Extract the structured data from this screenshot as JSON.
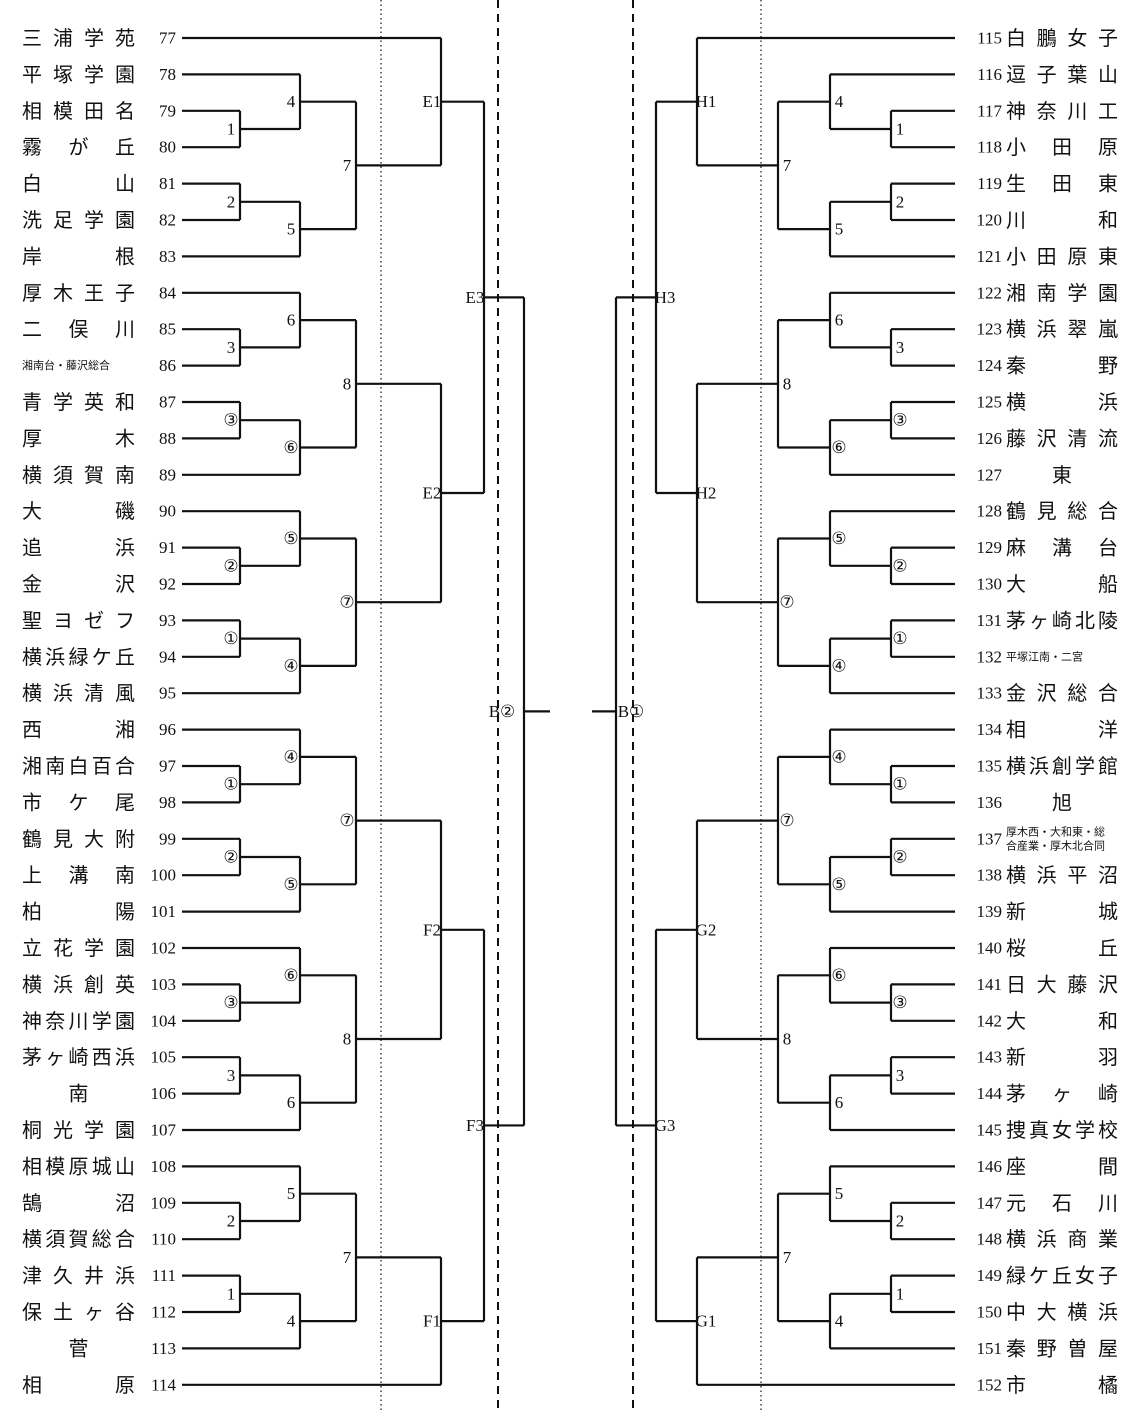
{
  "left": {
    "teams": [
      {
        "num": "77",
        "name": "三浦学苑"
      },
      {
        "num": "78",
        "name": "平塚学園"
      },
      {
        "num": "79",
        "name": "相模田名"
      },
      {
        "num": "80",
        "name": "霧が丘"
      },
      {
        "num": "81",
        "name": "白山"
      },
      {
        "num": "82",
        "name": "洗足学園"
      },
      {
        "num": "83",
        "name": "岸根"
      },
      {
        "num": "84",
        "name": "厚木王子"
      },
      {
        "num": "85",
        "name": "二俣川"
      },
      {
        "num": "86",
        "name": "湘南台・藤沢総合",
        "small": true
      },
      {
        "num": "87",
        "name": "青学英和"
      },
      {
        "num": "88",
        "name": "厚木"
      },
      {
        "num": "89",
        "name": "横須賀南"
      },
      {
        "num": "90",
        "name": "大磯"
      },
      {
        "num": "91",
        "name": "追浜"
      },
      {
        "num": "92",
        "name": "金沢"
      },
      {
        "num": "93",
        "name": "聖ヨゼフ"
      },
      {
        "num": "94",
        "name": "横浜緑ケ丘"
      },
      {
        "num": "95",
        "name": "横浜清風"
      },
      {
        "num": "96",
        "name": "西湘"
      },
      {
        "num": "97",
        "name": "湘南白百合"
      },
      {
        "num": "98",
        "name": "市ケ尾"
      },
      {
        "num": "99",
        "name": "鶴見大附"
      },
      {
        "num": "100",
        "name": "上溝南"
      },
      {
        "num": "101",
        "name": "柏陽"
      },
      {
        "num": "102",
        "name": "立花学園"
      },
      {
        "num": "103",
        "name": "横浜創英"
      },
      {
        "num": "104",
        "name": "神奈川学園"
      },
      {
        "num": "105",
        "name": "茅ヶ崎西浜"
      },
      {
        "num": "106",
        "name": "南",
        "center": true
      },
      {
        "num": "107",
        "name": "桐光学園"
      },
      {
        "num": "108",
        "name": "相模原城山"
      },
      {
        "num": "109",
        "name": "鵠沼"
      },
      {
        "num": "110",
        "name": "横須賀総合"
      },
      {
        "num": "111",
        "name": "津久井浜"
      },
      {
        "num": "112",
        "name": "保土ヶ谷"
      },
      {
        "num": "113",
        "name": "菅",
        "center": true
      },
      {
        "num": "114",
        "name": "相原"
      }
    ],
    "round_labels": {
      "r1": [
        "1",
        "2",
        "3",
        "③",
        "②",
        "①",
        "①",
        "②",
        "③",
        "3",
        "2",
        "1"
      ],
      "r2": [
        "4",
        "5",
        "6",
        "⑥",
        "⑤",
        "④",
        "④",
        "⑤",
        "⑥",
        "6",
        "5",
        "4"
      ],
      "r3": [
        "7",
        "8",
        "⑦",
        "⑦",
        "8",
        "7"
      ],
      "r4": [
        "E1",
        "E2",
        "F2",
        "F1"
      ],
      "r5": [
        "E3",
        "F3"
      ]
    },
    "final_label": "B②"
  },
  "right": {
    "teams": [
      {
        "num": "115",
        "name": "白鵬女子"
      },
      {
        "num": "116",
        "name": "逗子葉山"
      },
      {
        "num": "117",
        "name": "神奈川工"
      },
      {
        "num": "118",
        "name": "小田原"
      },
      {
        "num": "119",
        "name": "生田東"
      },
      {
        "num": "120",
        "name": "川和"
      },
      {
        "num": "121",
        "name": "小田原東"
      },
      {
        "num": "122",
        "name": "湘南学園"
      },
      {
        "num": "123",
        "name": "横浜翠嵐"
      },
      {
        "num": "124",
        "name": "秦野"
      },
      {
        "num": "125",
        "name": "横浜"
      },
      {
        "num": "126",
        "name": "藤沢清流"
      },
      {
        "num": "127",
        "name": "東",
        "center": true
      },
      {
        "num": "128",
        "name": "鶴見総合"
      },
      {
        "num": "129",
        "name": "麻溝台"
      },
      {
        "num": "130",
        "name": "大船"
      },
      {
        "num": "131",
        "name": "茅ヶ崎北陵"
      },
      {
        "num": "132",
        "name": "平塚江南・二宮",
        "small": true
      },
      {
        "num": "133",
        "name": "金沢総合"
      },
      {
        "num": "134",
        "name": "相洋"
      },
      {
        "num": "135",
        "name": "横浜創学館"
      },
      {
        "num": "136",
        "name": "旭",
        "center": true
      },
      {
        "num": "137",
        "name": "厚木西・大和東・総合産業・厚木北合同",
        "small": true,
        "wrap": [
          "厚木西・大和東・総",
          "合産業・厚木北合同"
        ]
      },
      {
        "num": "138",
        "name": "横浜平沼"
      },
      {
        "num": "139",
        "name": "新城"
      },
      {
        "num": "140",
        "name": "桜丘"
      },
      {
        "num": "141",
        "name": "日大藤沢"
      },
      {
        "num": "142",
        "name": "大和"
      },
      {
        "num": "143",
        "name": "新羽"
      },
      {
        "num": "144",
        "name": "茅ヶ崎"
      },
      {
        "num": "145",
        "name": "捜真女学校"
      },
      {
        "num": "146",
        "name": "座間"
      },
      {
        "num": "147",
        "name": "元石川"
      },
      {
        "num": "148",
        "name": "横浜商業"
      },
      {
        "num": "149",
        "name": "緑ケ丘女子"
      },
      {
        "num": "150",
        "name": "中大横浜"
      },
      {
        "num": "151",
        "name": "秦野曽屋"
      },
      {
        "num": "152",
        "name": "市橘"
      }
    ],
    "round_labels": {
      "r1": [
        "1",
        "2",
        "3",
        "③",
        "②",
        "①",
        "①",
        "②",
        "③",
        "3",
        "2",
        "1"
      ],
      "r2": [
        "4",
        "5",
        "6",
        "⑥",
        "⑤",
        "④",
        "④",
        "⑤",
        "⑥",
        "6",
        "5",
        "4"
      ],
      "r3": [
        "7",
        "8",
        "⑦",
        "⑦",
        "8",
        "7"
      ],
      "r4": [
        "H1",
        "H2",
        "G2",
        "G1"
      ],
      "r5": [
        "H3",
        "G3"
      ]
    },
    "final_label": "B①"
  }
}
